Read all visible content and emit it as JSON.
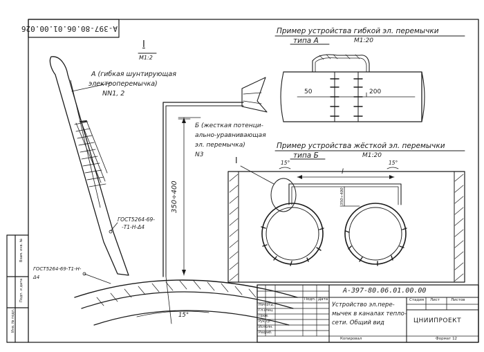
{
  "drawing": {
    "code_stamp": "А-397-80.06.01.00.026",
    "code_main": "А-397-80.06.01.00.00"
  },
  "view_I": {
    "label": "I",
    "scale": "М1:2"
  },
  "labels": {
    "flex_a_line1": "А (гибкая шунтирующая",
    "flex_a_line2": "электроперемычка)",
    "flex_a_line3": "NN1, 2",
    "rigid_b_line1": "Б (жесткая потенци-",
    "rigid_b_line2": "ально-уравнивающая",
    "rigid_b_line3": "эл. перемычка)",
    "rigid_b_line4": "N3",
    "gost_upper_line1": "ГОСТ5264-69-",
    "gost_upper_line2": "-Т1-Н-Δ4",
    "gost_lower_line1": "ГОСТ5264-69-Т1-Н-",
    "gost_lower_line2": "Δ4",
    "dim_height": "350÷400",
    "dim_angle_bottom": "15°"
  },
  "example_a": {
    "title": "Пример устройства гибкой эл. перемычки",
    "type_line": "типа А",
    "scale": "М1:20",
    "dim_left": "50",
    "dim_right": "200"
  },
  "example_b": {
    "title": "Пример устройства жёсткой эл. перемычки",
    "type_line": "типа Б",
    "scale": "М1:20",
    "callout": "I",
    "dim_angle_left": "15°",
    "dim_angle_right": "15°",
    "dim_length": "l",
    "dim_vertical": "350÷400"
  },
  "title_block": {
    "name_line1": "Устройство эл.пере-",
    "name_line2": "мычек в каналах тепло-",
    "name_line3": "сети. Общий вид",
    "col_stage": "Стадия",
    "col_sheet": "Лист",
    "col_sheets": "Листов",
    "org": "ЦНИИПРОЕКТ",
    "copied": "Копировал",
    "format": "Формат 12",
    "rows": [
      "Нач.отд.",
      "Гл.спец.",
      "Пров.",
      "Рук.гр.",
      "Исполн.",
      "Разраб."
    ],
    "sig_header": "Подп.",
    "date_header": "Дата"
  },
  "side_margin": {
    "col1": "Инв. № подл.",
    "col2": "Подп. и дата",
    "col3": "Взам. инв. №"
  }
}
